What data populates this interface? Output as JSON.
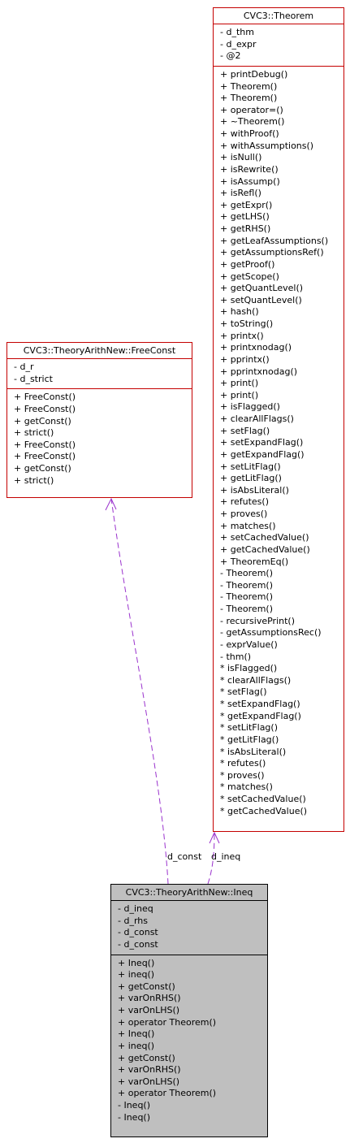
{
  "classes": {
    "theorem": {
      "name": "CVC3::Theorem",
      "attributes": [
        "- d_thm",
        "- d_expr",
        "- @2"
      ],
      "methods": [
        "+ printDebug()",
        "+ Theorem()",
        "+ Theorem()",
        "+ operator=()",
        "+ ~Theorem()",
        "+ withProof()",
        "+ withAssumptions()",
        "+ isNull()",
        "+ isRewrite()",
        "+ isAssump()",
        "+ isRefl()",
        "+ getExpr()",
        "+ getLHS()",
        "+ getRHS()",
        "+ getLeafAssumptions()",
        "+ getAssumptionsRef()",
        "+ getProof()",
        "+ getScope()",
        "+ getQuantLevel()",
        "+ setQuantLevel()",
        "+ hash()",
        "+ toString()",
        "+ printx()",
        "+ printxnodag()",
        "+ pprintx()",
        "+ pprintxnodag()",
        "+ print()",
        "+ print()",
        "+ isFlagged()",
        "+ clearAllFlags()",
        "+ setFlag()",
        "+ setExpandFlag()",
        "+ getExpandFlag()",
        "+ setLitFlag()",
        "+ getLitFlag()",
        "+ isAbsLiteral()",
        "+ refutes()",
        "+ proves()",
        "+ matches()",
        "+ setCachedValue()",
        "+ getCachedValue()",
        "+ TheoremEq()",
        "- Theorem()",
        "- Theorem()",
        "- Theorem()",
        "- Theorem()",
        "- recursivePrint()",
        "- getAssumptionsRec()",
        "- exprValue()",
        "- thm()",
        "* isFlagged()",
        "* clearAllFlags()",
        "* setFlag()",
        "* setExpandFlag()",
        "* getExpandFlag()",
        "* setLitFlag()",
        "* getLitFlag()",
        "* isAbsLiteral()",
        "* refutes()",
        "* proves()",
        "* matches()",
        "* setCachedValue()",
        "* getCachedValue()"
      ]
    },
    "freeconst": {
      "name": "CVC3::TheoryArithNew::FreeConst",
      "attributes": [
        "- d_r",
        "- d_strict"
      ],
      "methods": [
        "+ FreeConst()",
        "+ FreeConst()",
        "+ getConst()",
        "+ strict()",
        "+ FreeConst()",
        "+ FreeConst()",
        "+ getConst()",
        "+ strict()"
      ]
    },
    "ineq": {
      "name": "CVC3::TheoryArithNew::Ineq",
      "attributes": [
        "- d_ineq",
        "- d_rhs",
        "- d_const",
        "- d_const"
      ],
      "methods": [
        "+ Ineq()",
        "+ ineq()",
        "+ getConst()",
        "+ varOnRHS()",
        "+ varOnLHS()",
        "+ operator Theorem()",
        "+ Ineq()",
        "+ ineq()",
        "+ getConst()",
        "+ varOnRHS()",
        "+ varOnLHS()",
        "+ operator Theorem()",
        "- Ineq()",
        "- Ineq()"
      ]
    }
  },
  "edges": [
    {
      "from": "ineq",
      "to": "freeconst",
      "label": "d_const"
    },
    {
      "from": "ineq",
      "to": "theorem",
      "label": "d_ineq"
    }
  ],
  "colors": {
    "class_border": "#c40000",
    "main_fill": "#bfbfbf",
    "edge": "#9a32cd"
  }
}
